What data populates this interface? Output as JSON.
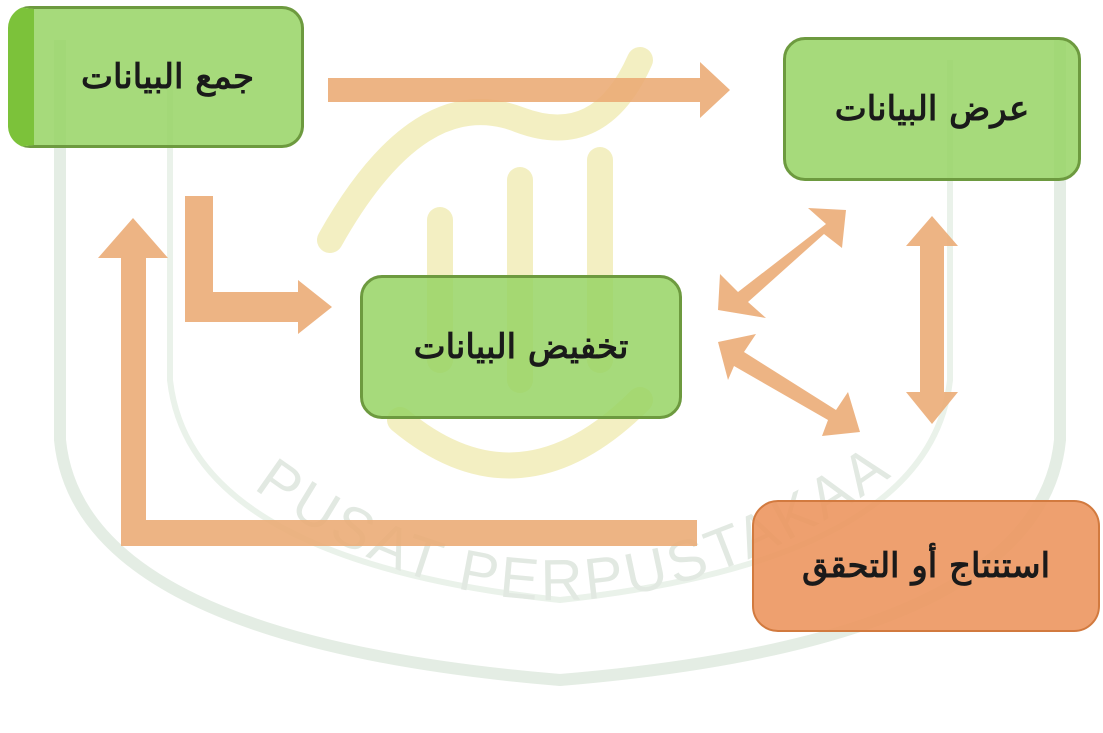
{
  "diagram": {
    "nodes": {
      "collect": "جمع البيانات",
      "display": "عرض البيانات",
      "reduce": "تخفيض البيانات",
      "conclude": "استنتاج أو التحقق"
    },
    "watermark": {
      "text": "PUSAT PERPUSTAKAAN"
    },
    "colors": {
      "box_green": "#96d464",
      "box_border": "#6d9a3f",
      "box_orange": "#ec965f",
      "arrow": "#ebaa73",
      "watermark": "#ddeedd"
    }
  }
}
